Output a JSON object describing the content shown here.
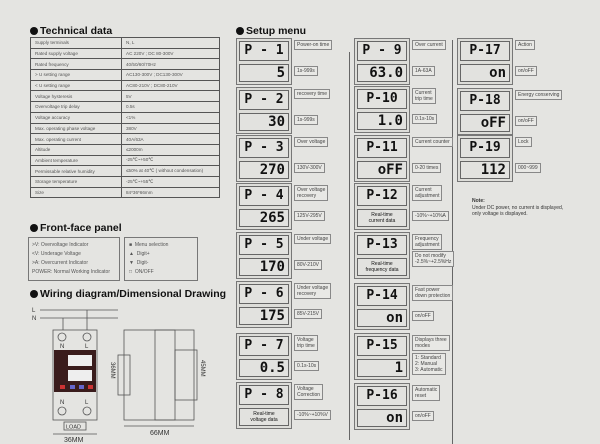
{
  "technical": {
    "title": "Technical data",
    "rows": [
      [
        "Supply terminals",
        "N, L"
      ],
      [
        "Rated supply voltage",
        "AC 220V ; DC 80-300V"
      ],
      [
        "Rated frequency",
        "40/50/60/70Hz"
      ],
      [
        "> U setting range",
        "AC130-300V ; DC130-300V"
      ],
      [
        "< U setting range",
        "AC80-210V ; DC80-210V"
      ],
      [
        "Voltage hysteresis",
        "5V"
      ],
      [
        "Overvoltage trip delay",
        "0.5s"
      ],
      [
        "Voltage accuracy",
        "<1%"
      ],
      [
        "Max. operating phase voltage",
        "380V"
      ],
      [
        "Max. operating current",
        "40A/63A"
      ],
      [
        "Altitude",
        "≤2000m"
      ],
      [
        "Ambient temperature",
        "-25℃~+50℃"
      ],
      [
        "Permissable relative humidity",
        "≤50% at 40℃ ( without condensation)"
      ],
      [
        "Storage temperature",
        "-25℃~+55℃"
      ],
      [
        "Size",
        "84*36*66mm"
      ]
    ]
  },
  "front_panel": {
    "title": "Front-face panel",
    "indicators": [
      ">V: Overvoltage Indicator",
      "<V: Underage Voltage",
      ">A: Overcurrent Indicator",
      "POWER: Normal Working Indicator"
    ],
    "buttons": [
      "Menu selection",
      "Digit+",
      "Digit-",
      "ON/OFF"
    ]
  },
  "wiring": {
    "title": "Wiring diagram/Dimensional Drawing",
    "line_labels": [
      "L",
      "N"
    ],
    "terminals_top": [
      "N",
      "L"
    ],
    "terminals_bottom": [
      "N",
      "L"
    ],
    "load": "LOAD",
    "width_dim": "36MM",
    "depth_dim": "66MM",
    "height_dim": "45MM",
    "front_dim": "36MM"
  },
  "setup": {
    "title": "Setup menu",
    "items": [
      {
        "code": "P - 1",
        "value": "5",
        "label": "Power-on time",
        "range": "1s-999s"
      },
      {
        "code": "P - 2",
        "value": "30",
        "label": "recovery time",
        "range": "1s-999s"
      },
      {
        "code": "P - 3",
        "value": "270",
        "label": "Over voltage",
        "range": "130V-300V"
      },
      {
        "code": "P - 4",
        "value": "265",
        "label": "Over voltage\nrecovery",
        "range": "125V-295V"
      },
      {
        "code": "P - 5",
        "value": "170",
        "label": "Under voltage",
        "range": "80V-210V"
      },
      {
        "code": "P - 6",
        "value": "175",
        "label": "Under voltage\nrecovery",
        "range": "85V-215V"
      },
      {
        "code": "P - 7",
        "value": "0.5",
        "label": "Voltage\ntrip time",
        "range": "0.1s-10s"
      },
      {
        "code": "P - 8",
        "value": "Real-time\nvoltage data",
        "label": "Voltage\nCorrection",
        "range": "-10%~+10%V"
      },
      {
        "code": "P - 9",
        "value": "63.0",
        "label": "Over current",
        "range": "1A-63A"
      },
      {
        "code": "P-10",
        "value": "1.0",
        "label": "Current\ntrip time",
        "range": "0.1s-10s"
      },
      {
        "code": "P-11",
        "value": "oFF",
        "label": "Current counter",
        "range": "0-20 times"
      },
      {
        "code": "P-12",
        "value": "Real-time\ncurrent data",
        "label": "Current\nadjustment",
        "range": "-10%~+10%A"
      },
      {
        "code": "P-13",
        "value": "Real-time\nfrequency data",
        "label": "Frequency\nadjustment",
        "range": "Do not modify\n-2.5%~+2.5%Hz"
      },
      {
        "code": "P-14",
        "value": "on",
        "label": "Fast power\ndown protection",
        "range": "on/oFF"
      },
      {
        "code": "P-15",
        "value": "1",
        "label": "Displays three\nmodes",
        "range": "1: Standard\n2: Manual\n3: Automatic"
      },
      {
        "code": "P-16",
        "value": "on",
        "label": "Automatic\nreset",
        "range": "on/oFF"
      },
      {
        "code": "P-17",
        "value": "on",
        "label": "Action",
        "range": "on/oFF"
      },
      {
        "code": "P-18",
        "value": "oFF",
        "label": "Energy conserving",
        "range": "on/oFF"
      },
      {
        "code": "P-19",
        "value": "112",
        "label": "Lock",
        "range": "000~999"
      }
    ]
  },
  "note": {
    "title": "Note:",
    "text": "Under DC power, no current is displayed,\nonly voltage is displayed."
  }
}
